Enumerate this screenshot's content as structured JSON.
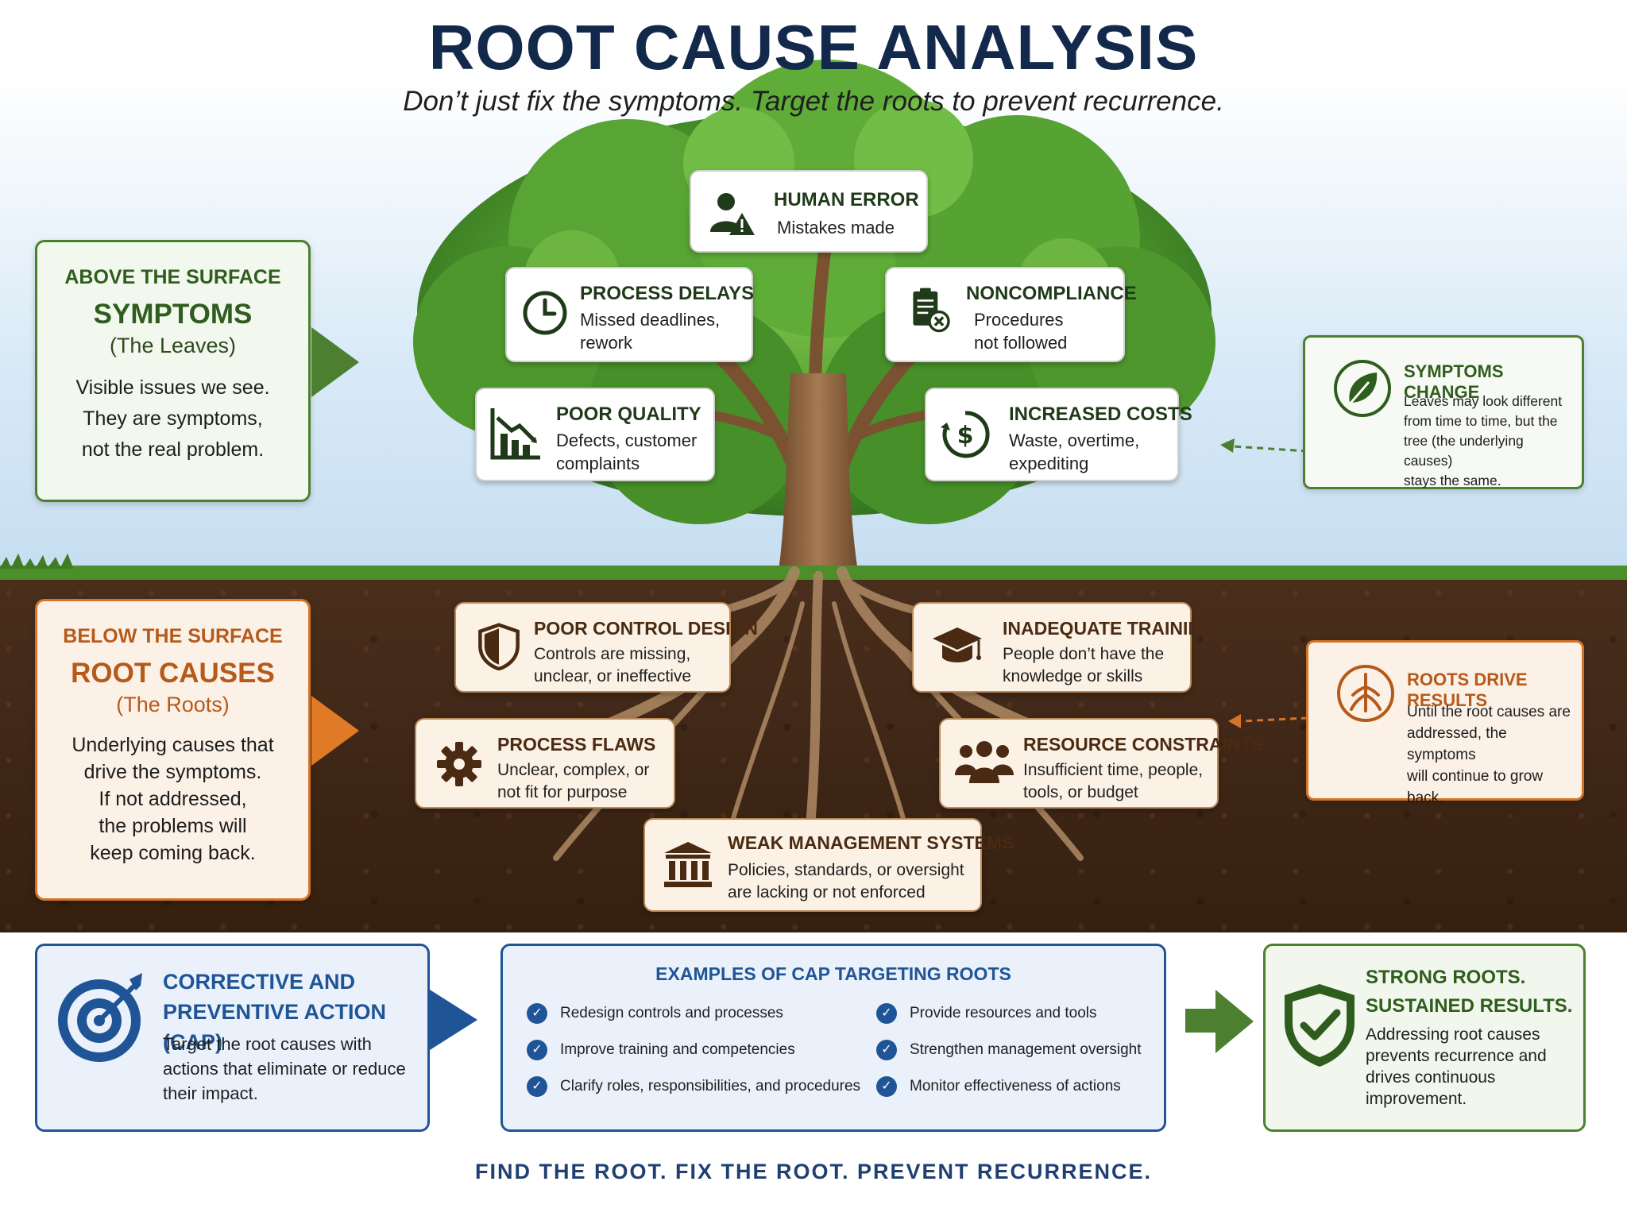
{
  "header": {
    "title": "ROOT CAUSE ANALYSIS",
    "subtitle": "Don’t just fix the symptoms. Target the roots to prevent recurrence."
  },
  "above": {
    "section": "ABOVE THE SURFACE",
    "heading": "SYMPTOMS",
    "paren": "(The Leaves)",
    "body": [
      "Visible issues we see.",
      "They are symptoms,",
      "not the real problem."
    ]
  },
  "below": {
    "section": "BELOW THE SURFACE",
    "heading": "ROOT CAUSES",
    "paren": "(The Roots)",
    "body": [
      "Underlying causes that",
      "drive the symptoms.",
      "If not addressed,",
      "the problems will",
      "keep coming back."
    ]
  },
  "symptoms": {
    "human_error": {
      "title": "HUMAN ERROR",
      "desc": [
        "Mistakes made"
      ],
      "icon": "user-warning-icon"
    },
    "process_delays": {
      "title": "PROCESS DELAYS",
      "desc": [
        "Missed deadlines,",
        "rework"
      ],
      "icon": "clock-icon"
    },
    "noncompliance": {
      "title": "NONCOMPLIANCE",
      "desc": [
        "Procedures",
        "not followed"
      ],
      "icon": "clipboard-x-icon"
    },
    "poor_quality": {
      "title": "POOR QUALITY",
      "desc": [
        "Defects, customer",
        "complaints"
      ],
      "icon": "declining-chart-icon"
    },
    "increased_costs": {
      "title": "INCREASED COSTS",
      "desc": [
        "Waste, overtime,",
        "expediting"
      ],
      "icon": "dollar-cycle-icon"
    }
  },
  "causes": {
    "poor_control_design": {
      "title": "POOR CONTROL DESIGN",
      "desc": [
        "Controls are missing,",
        "unclear, or ineffective"
      ],
      "icon": "shield-icon"
    },
    "inadequate_training": {
      "title": "INADEQUATE TRAINING",
      "desc": [
        "People don’t have the",
        "knowledge or skills"
      ],
      "icon": "graduation-cap-icon"
    },
    "process_flaws": {
      "title": "PROCESS FLAWS",
      "desc": [
        "Unclear, complex, or",
        "not fit for purpose"
      ],
      "icon": "gear-icon"
    },
    "resource_constraints": {
      "title": "RESOURCE CONSTRAINTS",
      "desc": [
        "Insufficient time, people,",
        "tools, or budget"
      ],
      "icon": "people-group-icon"
    },
    "weak_management": {
      "title": "WEAK MANAGEMENT SYSTEMS",
      "desc": [
        "Policies, standards, or oversight",
        "are lacking or not enforced"
      ],
      "icon": "institution-icon"
    }
  },
  "symptoms_change": {
    "title": "SYMPTOMS CHANGE",
    "text": [
      "Leaves may look different",
      "from time to time, but the",
      "tree (the underlying causes)",
      "stays the same."
    ],
    "icon": "leaf-icon"
  },
  "roots_drive": {
    "title": "ROOTS DRIVE RESULTS",
    "text": [
      "Until the root causes are",
      "addressed, the symptoms",
      "will continue to grow",
      "back."
    ],
    "icon": "roots-icon"
  },
  "cap": {
    "title": [
      "CORRECTIVE AND",
      "PREVENTIVE ACTION (CAP)"
    ],
    "text": [
      "Target the root causes with",
      "actions that eliminate or reduce",
      "their impact."
    ],
    "icon": "target-icon"
  },
  "examples": {
    "title": "EXAMPLES OF CAP TARGETING ROOTS",
    "left": [
      "Redesign controls and processes",
      "Improve training and competencies",
      "Clarify roles, responsibilities, and procedures"
    ],
    "right": [
      "Provide resources and tools",
      "Strengthen management oversight",
      "Monitor effectiveness of actions"
    ]
  },
  "strong": {
    "title": [
      "STRONG ROOTS.",
      "SUSTAINED RESULTS."
    ],
    "text": [
      "Addressing root causes",
      "prevents recurrence and",
      "drives continuous",
      "improvement."
    ],
    "icon": "shield-check-icon"
  },
  "footer": "FIND THE ROOT.  FIX THE ROOT.  PREVENT RECURRENCE.",
  "colors": {
    "navy": "#13294b",
    "green": "#4d7f30",
    "orange": "#d37428",
    "blue": "#1f5597",
    "soil": "#3e2616"
  }
}
